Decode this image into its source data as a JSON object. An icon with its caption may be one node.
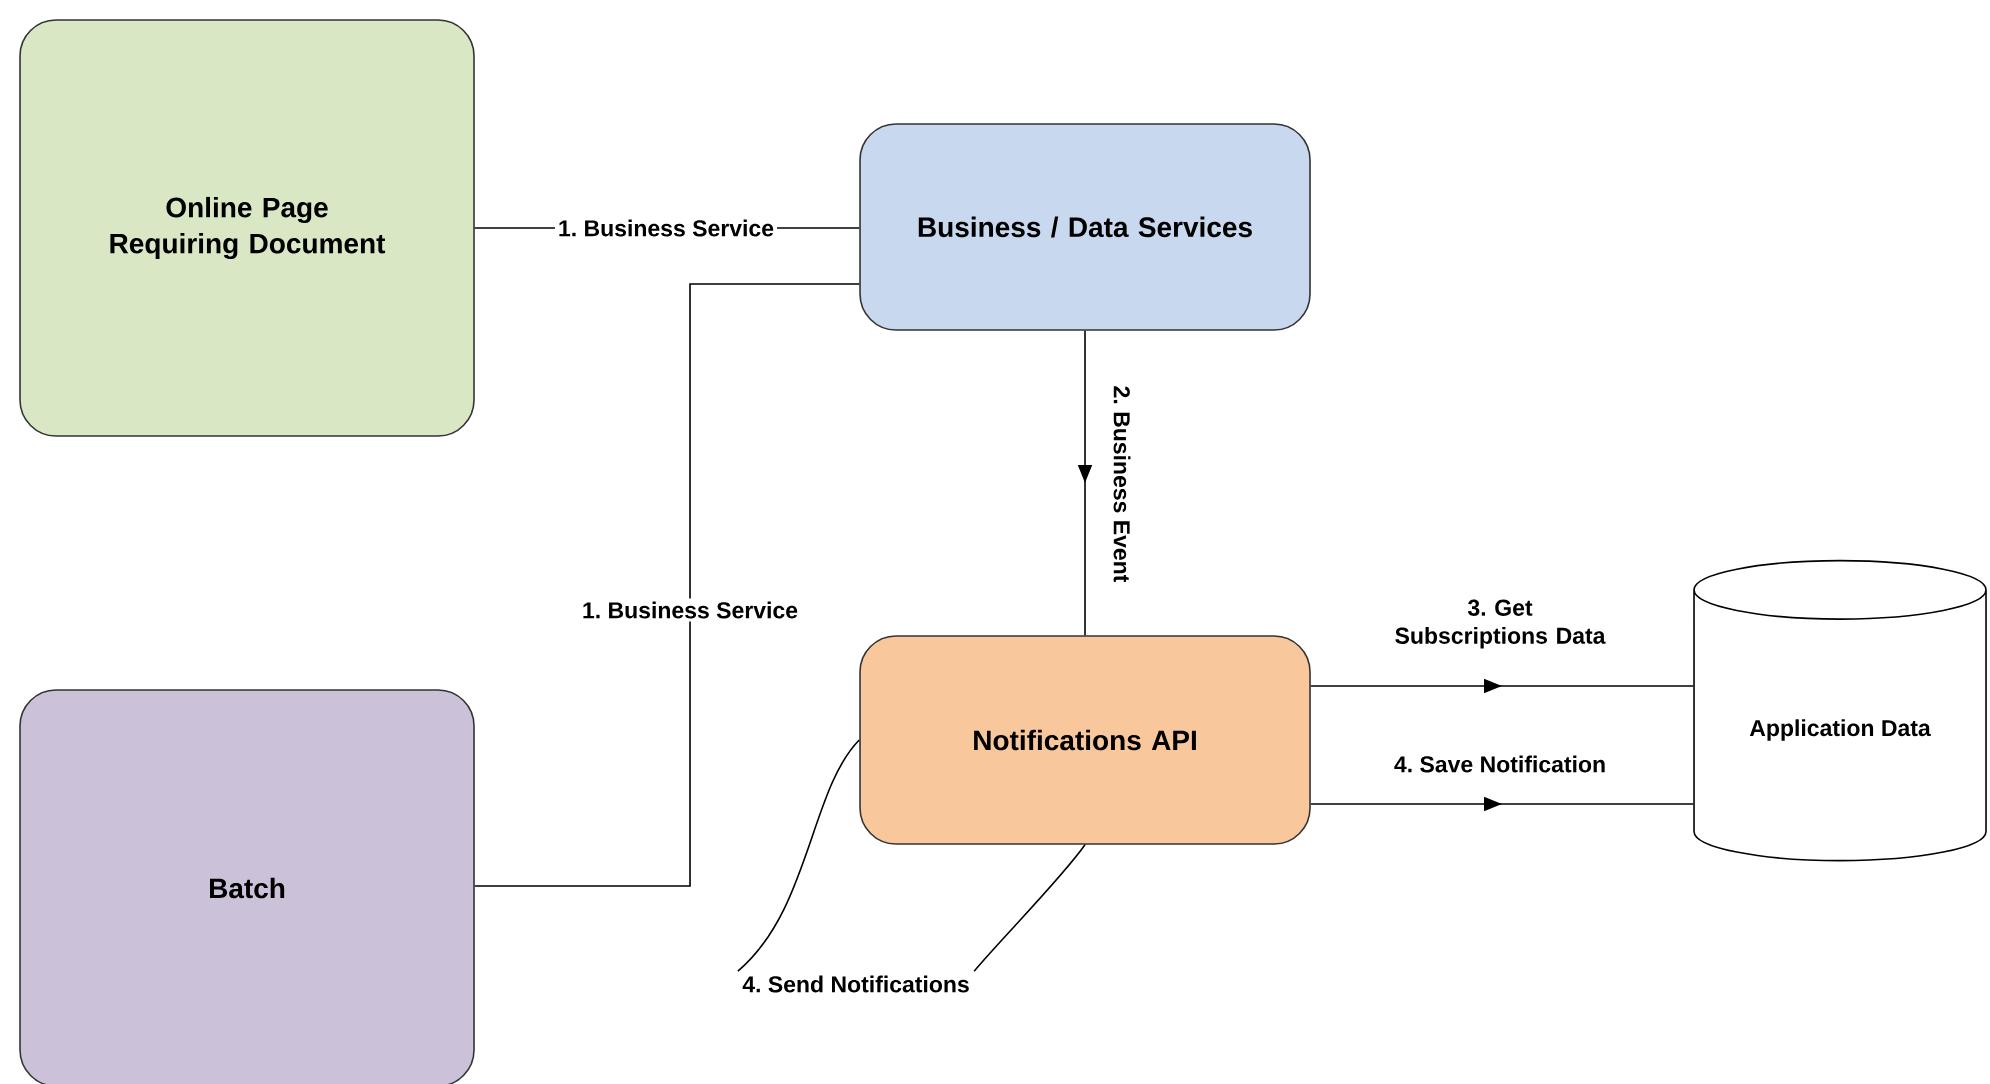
{
  "diagram": {
    "nodes": [
      {
        "text": [
          "Online Page Requiring Document"
        ]
      },
      {
        "text": [
          "Business / Data Services"
        ]
      },
      {
        "text": [
          "Batch"
        ]
      },
      {
        "text": [
          "Notifications API"
        ]
      },
      {
        "text": [
          "Application Data"
        ]
      },
      {
        "text": [
          "4. Send Notifications"
        ]
      }
    ],
    "edges": [
      {
        "from": 0,
        "to": 1,
        "arrow": "none",
        "label": "1. Business Service"
      },
      {
        "from": 2,
        "to": 1,
        "arrow": "none",
        "label": "1. Business Service"
      },
      {
        "from": 1,
        "to": 3,
        "arrow": "to",
        "label": "2. Business Event"
      },
      {
        "from": 3,
        "to": 4,
        "arrow": "to",
        "label": "3. Get Subscriptions Data"
      },
      {
        "from": 3,
        "to": 4,
        "arrow": "to",
        "label": "4. Save Notification"
      },
      {
        "from": 5,
        "to": 3,
        "arrow": "none"
      },
      {
        "from": 5,
        "to": 3,
        "arrow": "none"
      }
    ]
  }
}
